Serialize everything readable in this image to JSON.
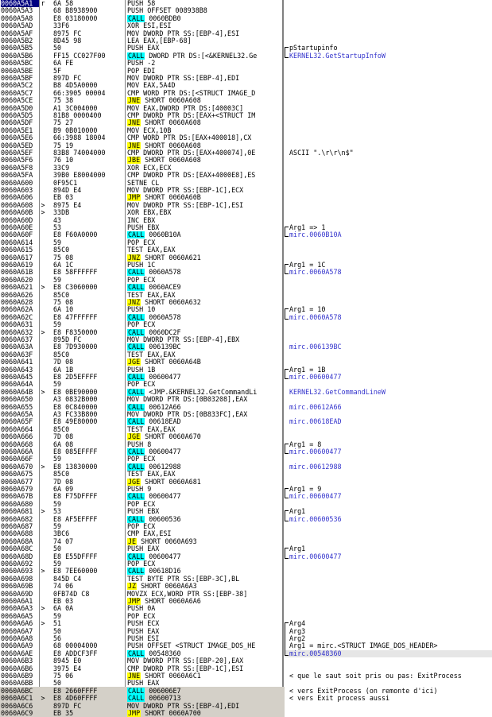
{
  "rows": [
    {
      "addr": "0060A5A1",
      "hex": "6A 58",
      "instr": "PUSH 58",
      "kw": "",
      "cmt": "",
      "sel": true,
      "mark": "r"
    },
    {
      "addr": "0060A5A3",
      "hex": "68 B8938900",
      "instr": "PUSH OFFSET 008938B8",
      "kw": "",
      "cmt": ""
    },
    {
      "addr": "0060A5A8",
      "hex": "E8 03180000",
      "instr": " 0060BDB0",
      "kw": "CALL",
      "cmt": ""
    },
    {
      "addr": "0060A5AD",
      "hex": "33F6",
      "instr": "XOR ESI,ESI",
      "kw": "",
      "cmt": ""
    },
    {
      "addr": "0060A5AF",
      "hex": "8975 FC",
      "instr": "MOV DWORD PTR SS:[EBP-4],ESI",
      "kw": "",
      "cmt": ""
    },
    {
      "addr": "0060A5B2",
      "hex": "8D45 98",
      "instr": "LEA EAX,[EBP-68]",
      "kw": "",
      "cmt": ""
    },
    {
      "addr": "0060A5B5",
      "hex": "50",
      "instr": "PUSH EAX",
      "kw": "",
      "cmt": "pStartupinfo",
      "cmtBlue": false
    },
    {
      "addr": "0060A5B6",
      "hex": "FF15 CC027F00",
      "instr": " DWORD PTR DS:[<&KERNEL32.Ge",
      "kw": "CALL",
      "cmt": "KERNEL32.GetStartupInfoW",
      "cmtBlue": true
    },
    {
      "addr": "0060A5BC",
      "hex": "6A FE",
      "instr": "PUSH -2",
      "kw": "",
      "cmt": ""
    },
    {
      "addr": "0060A5BE",
      "hex": "5F",
      "instr": "POP EDI",
      "kw": "",
      "cmt": ""
    },
    {
      "addr": "0060A5BF",
      "hex": "897D FC",
      "instr": "MOV DWORD PTR SS:[EBP-4],EDI",
      "kw": "",
      "cmt": ""
    },
    {
      "addr": "0060A5C2",
      "hex": "B8 4D5A0000",
      "instr": "MOV EAX,5A4D",
      "kw": "",
      "cmt": ""
    },
    {
      "addr": "0060A5C7",
      "hex": "66:3905 00004",
      "instr": "CMP WORD PTR DS:[<STRUCT IMAGE_D",
      "kw": "",
      "cmt": ""
    },
    {
      "addr": "0060A5CE",
      "hex": "75 38",
      "instr": " SHORT 0060A608",
      "kw": "JNE",
      "cmt": ""
    },
    {
      "addr": "0060A5D0",
      "hex": "A1 3C004000",
      "instr": "MOV EAX,DWORD PTR DS:[40003C]",
      "kw": "",
      "cmt": ""
    },
    {
      "addr": "0060A5D5",
      "hex": "81B8 0000400",
      "instr": "CMP DWORD PTR DS:[EAX+<STRUCT IM",
      "kw": "",
      "cmt": ""
    },
    {
      "addr": "0060A5DF",
      "hex": "75 27",
      "instr": " SHORT 0060A608",
      "kw": "JNE",
      "cmt": ""
    },
    {
      "addr": "0060A5E1",
      "hex": "B9 0B010000",
      "instr": "MOV ECX,10B",
      "kw": "",
      "cmt": ""
    },
    {
      "addr": "0060A5E6",
      "hex": "66:3988 18004",
      "instr": "CMP WORD PTR DS:[EAX+400018],CX",
      "kw": "",
      "cmt": ""
    },
    {
      "addr": "0060A5ED",
      "hex": "75 19",
      "instr": " SHORT 0060A608",
      "kw": "JNE",
      "cmt": ""
    },
    {
      "addr": "0060A5EF",
      "hex": "83B8 74004000",
      "instr": "CMP DWORD PTR DS:[EAX+400074],0E",
      "kw": "",
      "cmt": "ASCII \".\\r\\r\\n$\"",
      "cmtBlue": false
    },
    {
      "addr": "0060A5F6",
      "hex": "76 10",
      "instr": " SHORT 0060A608",
      "kw": "JBE",
      "cmt": ""
    },
    {
      "addr": "0060A5F8",
      "hex": "33C9",
      "instr": "XOR ECX,ECX",
      "kw": "",
      "cmt": ""
    },
    {
      "addr": "0060A5FA",
      "hex": "39B0 E8004000",
      "instr": "CMP DWORD PTR DS:[EAX+4000E8],ES",
      "kw": "",
      "cmt": ""
    },
    {
      "addr": "0060A600",
      "hex": "0F95C1",
      "instr": "SETNE CL",
      "kw": "",
      "cmt": ""
    },
    {
      "addr": "0060A603",
      "hex": "894D E4",
      "instr": "MOV DWORD PTR SS:[EBP-1C],ECX",
      "kw": "",
      "cmt": ""
    },
    {
      "addr": "0060A606",
      "hex": "EB 03",
      "instr": " SHORT 0060A60B",
      "kw": "JMP",
      "cmt": ""
    },
    {
      "addr": "0060A608",
      "hex": "8975 E4",
      "instr": "MOV DWORD PTR SS:[EBP-1C],ESI",
      "kw": "",
      "cmt": "",
      "mark": ">"
    },
    {
      "addr": "0060A60B",
      "hex": "33DB",
      "instr": "XOR EBX,EBX",
      "kw": "",
      "cmt": "",
      "mark": ">"
    },
    {
      "addr": "0060A60D",
      "hex": "43",
      "instr": "INC EBX",
      "kw": "",
      "cmt": ""
    },
    {
      "addr": "0060A60E",
      "hex": "53",
      "instr": "PUSH EBX",
      "kw": "",
      "cmt": "Arg1 => 1",
      "cmtBlue": false
    },
    {
      "addr": "0060A60F",
      "hex": "E8 F60A0000",
      "instr": " 0060B10A",
      "kw": "CALL",
      "cmt": "mirc.0060B10A",
      "cmtBlue": true
    },
    {
      "addr": "0060A614",
      "hex": "59",
      "instr": "POP ECX",
      "kw": "",
      "cmt": ""
    },
    {
      "addr": "0060A615",
      "hex": "85C0",
      "instr": "TEST EAX,EAX",
      "kw": "",
      "cmt": ""
    },
    {
      "addr": "0060A617",
      "hex": "75 08",
      "instr": " SHORT 0060A621",
      "kw": "JNZ",
      "cmt": ""
    },
    {
      "addr": "0060A619",
      "hex": "6A 1C",
      "instr": "PUSH 1C",
      "kw": "",
      "cmt": "Arg1 = 1C",
      "cmtBlue": false
    },
    {
      "addr": "0060A61B",
      "hex": "E8 58FFFFFF",
      "instr": " 0060A578",
      "kw": "CALL",
      "cmt": "mirc.0060A578",
      "cmtBlue": true
    },
    {
      "addr": "0060A620",
      "hex": "59",
      "instr": "POP ECX",
      "kw": "",
      "cmt": ""
    },
    {
      "addr": "0060A621",
      "hex": "E8 C3060000",
      "instr": " 0060ACE9",
      "kw": "CALL",
      "cmt": "",
      "mark": ">"
    },
    {
      "addr": "0060A626",
      "hex": "85C0",
      "instr": "TEST EAX,EAX",
      "kw": "",
      "cmt": ""
    },
    {
      "addr": "0060A628",
      "hex": "75 08",
      "instr": " SHORT 0060A632",
      "kw": "JNZ",
      "cmt": ""
    },
    {
      "addr": "0060A62A",
      "hex": "6A 10",
      "instr": "PUSH 10",
      "kw": "",
      "cmt": "Arg1 = 10",
      "cmtBlue": false
    },
    {
      "addr": "0060A62C",
      "hex": "E8 47FFFFFF",
      "instr": " 0060A578",
      "kw": "CALL",
      "cmt": "mirc.0060A578",
      "cmtBlue": true
    },
    {
      "addr": "0060A631",
      "hex": "59",
      "instr": "POP ECX",
      "kw": "",
      "cmt": ""
    },
    {
      "addr": "0060A632",
      "hex": "E8 F8350000",
      "instr": " 0060DC2F",
      "kw": "CALL",
      "cmt": "",
      "mark": ">"
    },
    {
      "addr": "0060A637",
      "hex": "895D FC",
      "instr": "MOV DWORD PTR SS:[EBP-4],EBX",
      "kw": "",
      "cmt": ""
    },
    {
      "addr": "0060A63A",
      "hex": "E8 7D930000",
      "instr": " 006139BC",
      "kw": "CALL",
      "cmt": "mirc.006139BC",
      "cmtBlue": true
    },
    {
      "addr": "0060A63F",
      "hex": "85C0",
      "instr": "TEST EAX,EAX",
      "kw": "",
      "cmt": ""
    },
    {
      "addr": "0060A641",
      "hex": "7D 08",
      "instr": " SHORT 0060A64B",
      "kw": "JGE",
      "cmt": ""
    },
    {
      "addr": "0060A643",
      "hex": "6A 1B",
      "instr": "PUSH 1B",
      "kw": "",
      "cmt": "Arg1 = 1B",
      "cmtBlue": false
    },
    {
      "addr": "0060A645",
      "hex": "E8 2D5EFFFF",
      "instr": " 00600477",
      "kw": "CALL",
      "cmt": "mirc.00600477",
      "cmtBlue": true
    },
    {
      "addr": "0060A64A",
      "hex": "59",
      "instr": "POP ECX",
      "kw": "",
      "cmt": ""
    },
    {
      "addr": "0060A64B",
      "hex": "E8 0BE90000",
      "instr": " <JMP.&KERNEL32.GetCommandLi",
      "kw": "CALL",
      "cmt": "KERNEL32.GetCommandLineW",
      "cmtBlue": true,
      "mark": ">"
    },
    {
      "addr": "0060A650",
      "hex": "A3 0832B000",
      "instr": "MOV DWORD PTR DS:[0B03208],EAX",
      "kw": "",
      "cmt": ""
    },
    {
      "addr": "0060A655",
      "hex": "E8 0C840000",
      "instr": " 00612A66",
      "kw": "CALL",
      "cmt": "mirc.00612A66",
      "cmtBlue": true
    },
    {
      "addr": "0060A65A",
      "hex": "A3 FC33B800",
      "instr": "MOV DWORD PTR DS:[0B833FC],EAX",
      "kw": "",
      "cmt": ""
    },
    {
      "addr": "0060A65F",
      "hex": "E8 49E80000",
      "instr": " 00618EAD",
      "kw": "CALL",
      "cmt": "mirc.00618EAD",
      "cmtBlue": true
    },
    {
      "addr": "0060A664",
      "hex": "85C0",
      "instr": "TEST EAX,EAX",
      "kw": "",
      "cmt": ""
    },
    {
      "addr": "0060A666",
      "hex": "7D 08",
      "instr": " SHORT 0060A670",
      "kw": "JGE",
      "cmt": ""
    },
    {
      "addr": "0060A668",
      "hex": "6A 08",
      "instr": "PUSH 8",
      "kw": "",
      "cmt": "Arg1 = 8",
      "cmtBlue": false
    },
    {
      "addr": "0060A66A",
      "hex": "E8 085EFFFF",
      "instr": " 00600477",
      "kw": "CALL",
      "cmt": "mirc.00600477",
      "cmtBlue": true
    },
    {
      "addr": "0060A66F",
      "hex": "59",
      "instr": "POP ECX",
      "kw": "",
      "cmt": ""
    },
    {
      "addr": "0060A670",
      "hex": "E8 13830000",
      "instr": " 00612988",
      "kw": "CALL",
      "cmt": "mirc.00612988",
      "cmtBlue": true,
      "mark": ">"
    },
    {
      "addr": "0060A675",
      "hex": "85C0",
      "instr": "TEST EAX,EAX",
      "kw": "",
      "cmt": ""
    },
    {
      "addr": "0060A677",
      "hex": "7D 08",
      "instr": " SHORT 0060A681",
      "kw": "JGE",
      "cmt": ""
    },
    {
      "addr": "0060A679",
      "hex": "6A 09",
      "instr": "PUSH 9",
      "kw": "",
      "cmt": "Arg1 = 9",
      "cmtBlue": false
    },
    {
      "addr": "0060A67B",
      "hex": "E8 F75DFFFF",
      "instr": " 00600477",
      "kw": "CALL",
      "cmt": "mirc.00600477",
      "cmtBlue": true
    },
    {
      "addr": "0060A680",
      "hex": "59",
      "instr": "POP ECX",
      "kw": "",
      "cmt": ""
    },
    {
      "addr": "0060A681",
      "hex": "53",
      "instr": "PUSH EBX",
      "kw": "",
      "cmt": "Arg1",
      "cmtBlue": false,
      "mark": ">"
    },
    {
      "addr": "0060A682",
      "hex": "E8 AF5EFFFF",
      "instr": " 00600536",
      "kw": "CALL",
      "cmt": "mirc.00600536",
      "cmtBlue": true
    },
    {
      "addr": "0060A687",
      "hex": "59",
      "instr": "POP ECX",
      "kw": "",
      "cmt": ""
    },
    {
      "addr": "0060A688",
      "hex": "3BC6",
      "instr": "CMP EAX,ESI",
      "kw": "",
      "cmt": ""
    },
    {
      "addr": "0060A68A",
      "hex": "74 07",
      "instr": " SHORT 0060A693",
      "kw": "JE",
      "cmt": ""
    },
    {
      "addr": "0060A68C",
      "hex": "50",
      "instr": "PUSH EAX",
      "kw": "",
      "cmt": "Arg1",
      "cmtBlue": false
    },
    {
      "addr": "0060A68D",
      "hex": "E8 E55DFFFF",
      "instr": " 00600477",
      "kw": "CALL",
      "cmt": "mirc.00600477",
      "cmtBlue": true
    },
    {
      "addr": "0060A692",
      "hex": "59",
      "instr": "POP ECX",
      "kw": "",
      "cmt": ""
    },
    {
      "addr": "0060A693",
      "hex": "E8 7EE60000",
      "instr": " 00618D16",
      "kw": "CALL",
      "cmt": "",
      "mark": ">"
    },
    {
      "addr": "0060A698",
      "hex": "845D C4",
      "instr": "TEST BYTE PTR SS:[EBP-3C],BL",
      "kw": "",
      "cmt": ""
    },
    {
      "addr": "0060A69B",
      "hex": "74 06",
      "instr": " SHORT 0060A6A3",
      "kw": "JZ",
      "cmt": ""
    },
    {
      "addr": "0060A69D",
      "hex": "0FB74D C8",
      "instr": "MOVZX ECX,WORD PTR SS:[EBP-38]",
      "kw": "",
      "cmt": ""
    },
    {
      "addr": "0060A6A1",
      "hex": "EB 03",
      "instr": " SHORT 0060A6A6",
      "kw": "JMP",
      "cmt": ""
    },
    {
      "addr": "0060A6A3",
      "hex": "6A 0A",
      "instr": "PUSH 0A",
      "kw": "",
      "cmt": "",
      "mark": ">"
    },
    {
      "addr": "0060A6A5",
      "hex": "59",
      "instr": "POP ECX",
      "kw": "",
      "cmt": ""
    },
    {
      "addr": "0060A6A6",
      "hex": "51",
      "instr": "PUSH ECX",
      "kw": "",
      "cmt": "Arg4",
      "cmtBlue": false,
      "mark": ">"
    },
    {
      "addr": "0060A6A7",
      "hex": "50",
      "instr": "PUSH EAX",
      "kw": "",
      "cmt": "Arg3",
      "cmtBlue": false
    },
    {
      "addr": "0060A6A8",
      "hex": "56",
      "instr": "PUSH ESI",
      "kw": "",
      "cmt": "Arg2",
      "cmtBlue": false
    },
    {
      "addr": "0060A6A9",
      "hex": "68 00004000",
      "instr": "PUSH OFFSET <STRUCT IMAGE_DOS_HE",
      "kw": "",
      "cmt": "Arg1 = mirc.<STRUCT IMAGE_DOS_HEADER>",
      "cmtBlue": false
    },
    {
      "addr": "0060A6AE",
      "hex": "E8 ADDCF3FF",
      "instr": " 00548360",
      "kw": "CALL",
      "cmt": "mirc.00548360",
      "cmtBlue": true,
      "hl": true
    },
    {
      "addr": "0060A6B3",
      "hex": "8945 E0",
      "instr": "MOV DWORD PTR SS:[EBP-20],EAX",
      "kw": "",
      "cmt": ""
    },
    {
      "addr": "0060A6B6",
      "hex": "3975 E4",
      "instr": "CMP DWORD PTR SS:[EBP-1C],ESI",
      "kw": "",
      "cmt": ""
    },
    {
      "addr": "0060A6B9",
      "hex": "75 06",
      "instr": " SHORT 0060A6C1",
      "kw": "JNE",
      "cmt": "< que le saut soit pris ou pas: ExitProcess",
      "cmtBlue": false
    },
    {
      "addr": "0060A6BB",
      "hex": "50",
      "instr": "PUSH EAX",
      "kw": "",
      "cmt": ""
    },
    {
      "addr": "0060A6BC",
      "hex": "E8 2660FFFF",
      "instr": " 006006E7",
      "kw": "CALL",
      "cmt": "< vers ExitProcess (on remonte d'ici)",
      "cmtBlue": false
    },
    {
      "addr": "0060A6C1",
      "hex": "E8 4D60FFFF",
      "instr": " 00600713",
      "kw": "CALL",
      "cmt": "< vers Exit process aussi",
      "cmtBlue": false,
      "mark": ">"
    },
    {
      "addr": "0060A6C6",
      "hex": "897D FC",
      "instr": "MOV DWORD PTR SS:[EBP-4],EDI",
      "kw": "",
      "cmt": ""
    },
    {
      "addr": "0060A6C9",
      "hex": "EB 35",
      "instr": " SHORT 0060A700",
      "kw": "JMP",
      "cmt": ""
    }
  ]
}
